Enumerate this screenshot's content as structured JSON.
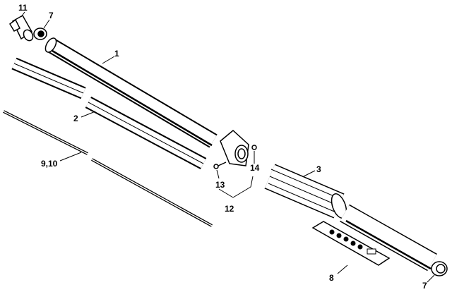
{
  "labels": {
    "p11": "11",
    "p7a": "7",
    "p1": "1",
    "p2": "2",
    "p9_10": "9,10",
    "p14": "14",
    "p13": "13",
    "p12": "12",
    "p3": "3",
    "p8": "8",
    "p7b": "7"
  }
}
